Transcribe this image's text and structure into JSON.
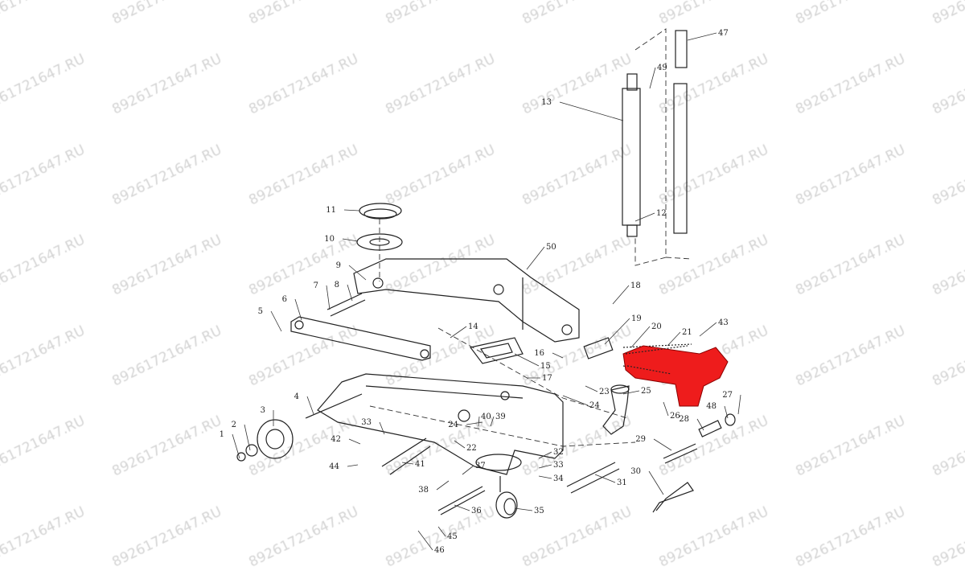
{
  "watermark": "89261721647.RU",
  "highlight_color": "#ee1c1c",
  "highlighted_part": "hydraulic-pump-unit",
  "part_labels": [
    "1",
    "2",
    "3",
    "4",
    "5",
    "6",
    "7",
    "8",
    "9",
    "10",
    "11",
    "12",
    "13",
    "14",
    "15",
    "16",
    "17",
    "18",
    "19",
    "20",
    "21",
    "22",
    "23",
    "24",
    "24",
    "25",
    "26",
    "27",
    "28",
    "29",
    "30",
    "31",
    "32",
    "33",
    "33",
    "34",
    "35",
    "36",
    "37",
    "38",
    "39",
    "40",
    "41",
    "42",
    "43",
    "44",
    "45",
    "46",
    "47",
    "48",
    "49",
    "50"
  ]
}
